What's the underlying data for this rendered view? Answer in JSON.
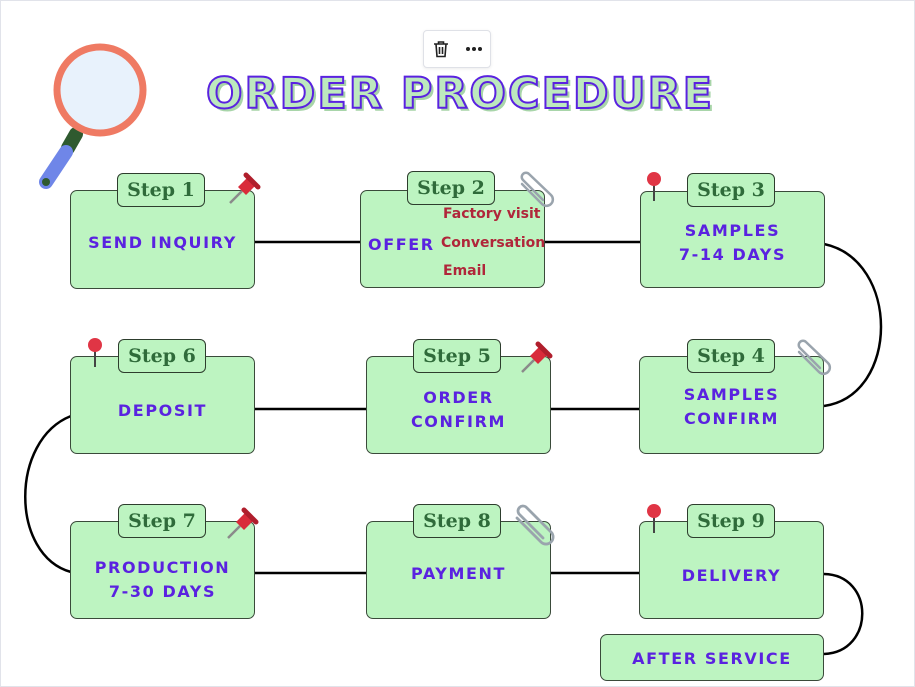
{
  "title": "ORDER PROCEDURE",
  "toolbar": {
    "delete": "trash-icon",
    "more": "more-icon"
  },
  "steps": [
    {
      "tag": "Step 1",
      "text": "SEND INQUIRY"
    },
    {
      "tag": "Step 2",
      "text": "OFFER",
      "subs": [
        "Factory visit",
        "Conversation",
        "Email"
      ]
    },
    {
      "tag": "Step 3",
      "text": "SAMPLES\n7-14 DAYS"
    },
    {
      "tag": "Step 4",
      "text": "SAMPLES\nCONFIRM"
    },
    {
      "tag": "Step 5",
      "text": "ORDER\nCONFIRM"
    },
    {
      "tag": "Step 6",
      "text": "DEPOSIT"
    },
    {
      "tag": "Step 7",
      "text": "PRODUCTION\n7-30 DAYS"
    },
    {
      "tag": "Step 8",
      "text": "PAYMENT"
    },
    {
      "tag": "Step 9",
      "text": "DELIVERY"
    }
  ],
  "after_service": "AFTER SERVICE",
  "colors": {
    "box": "#bdf4c1",
    "text": "#5a22e0",
    "tag_text": "#2f6b3a",
    "sub_text": "#b0263a",
    "line": "#000000"
  },
  "icons": [
    "magnifying-glass-icon",
    "pushpin-icon",
    "paperclip-icon",
    "round-pin-icon"
  ]
}
